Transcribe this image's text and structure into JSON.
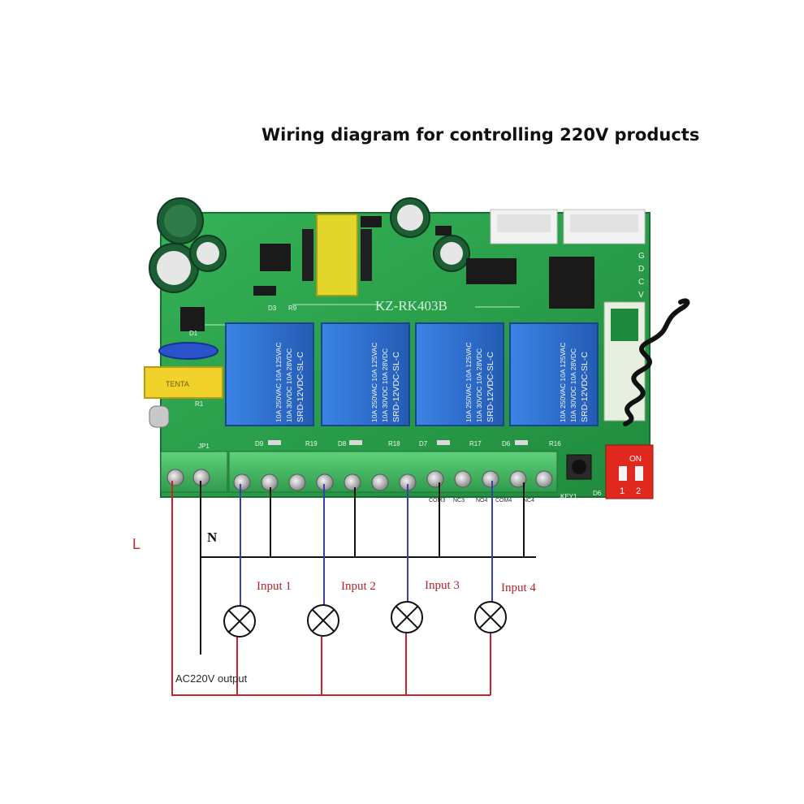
{
  "diagram": {
    "title": "Wiring diagram for controlling 220V products",
    "board": {
      "model": "KZ-RK403B",
      "relay_text_lines": [
        "10A 250VAC 10A 125VAC",
        "10A 30VDC 10A 28VDC",
        "SRD-12VDC-SL-C"
      ],
      "capacitor_brand": "TENTA",
      "key_label": "KEY1",
      "dip_on_label": "ON",
      "dip_num_1": "1",
      "dip_num_2": "2",
      "jp1_label": "JP1",
      "r1_label": "R1",
      "d1_label": "D1",
      "r9_label": "R9",
      "d3_label": "D3",
      "d6_label": "D6",
      "connector_pins": [
        "G",
        "D",
        "C",
        "V"
      ],
      "led_labels": [
        "D9",
        "R19",
        "D8",
        "R18",
        "D7",
        "R17",
        "D6",
        "R16"
      ],
      "terminal_labels": [
        "COM3",
        "NC3",
        "NO4",
        "COM4",
        "NC4"
      ]
    },
    "wiring": {
      "live_label": "L",
      "neutral_label": "N",
      "inputs": [
        "Input 1",
        "Input 2",
        "Input 3",
        "Input 4"
      ],
      "output_label": "AC220V output"
    },
    "colors": {
      "live_wire": "#c8232b",
      "input_wire": "#3b3fa8",
      "neutral_wire": "#111111",
      "pcb_green": "#2fa44d",
      "relay_blue": "#2f6fd0",
      "terminal_green": "#4cc06a"
    }
  }
}
